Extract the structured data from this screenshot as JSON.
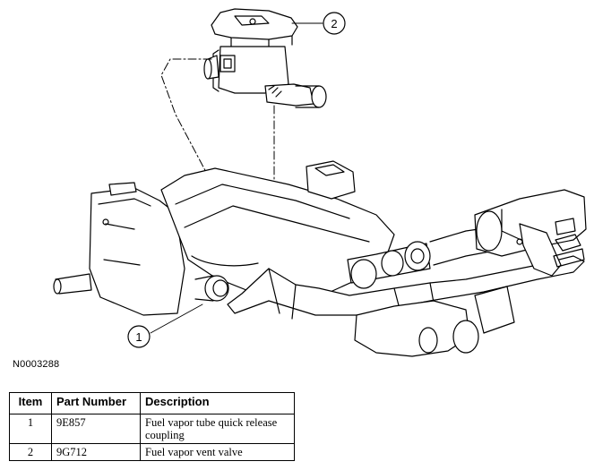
{
  "figure": {
    "figure_id": "N0003288",
    "callouts": [
      {
        "label": "1"
      },
      {
        "label": "2"
      }
    ]
  },
  "table": {
    "headers": [
      "Item",
      "Part Number",
      "Description"
    ],
    "rows": [
      {
        "item": "1",
        "part_number": "9E857",
        "description": "Fuel vapor tube quick release coupling"
      },
      {
        "item": "2",
        "part_number": "9G712",
        "description": "Fuel vapor vent valve"
      }
    ]
  }
}
